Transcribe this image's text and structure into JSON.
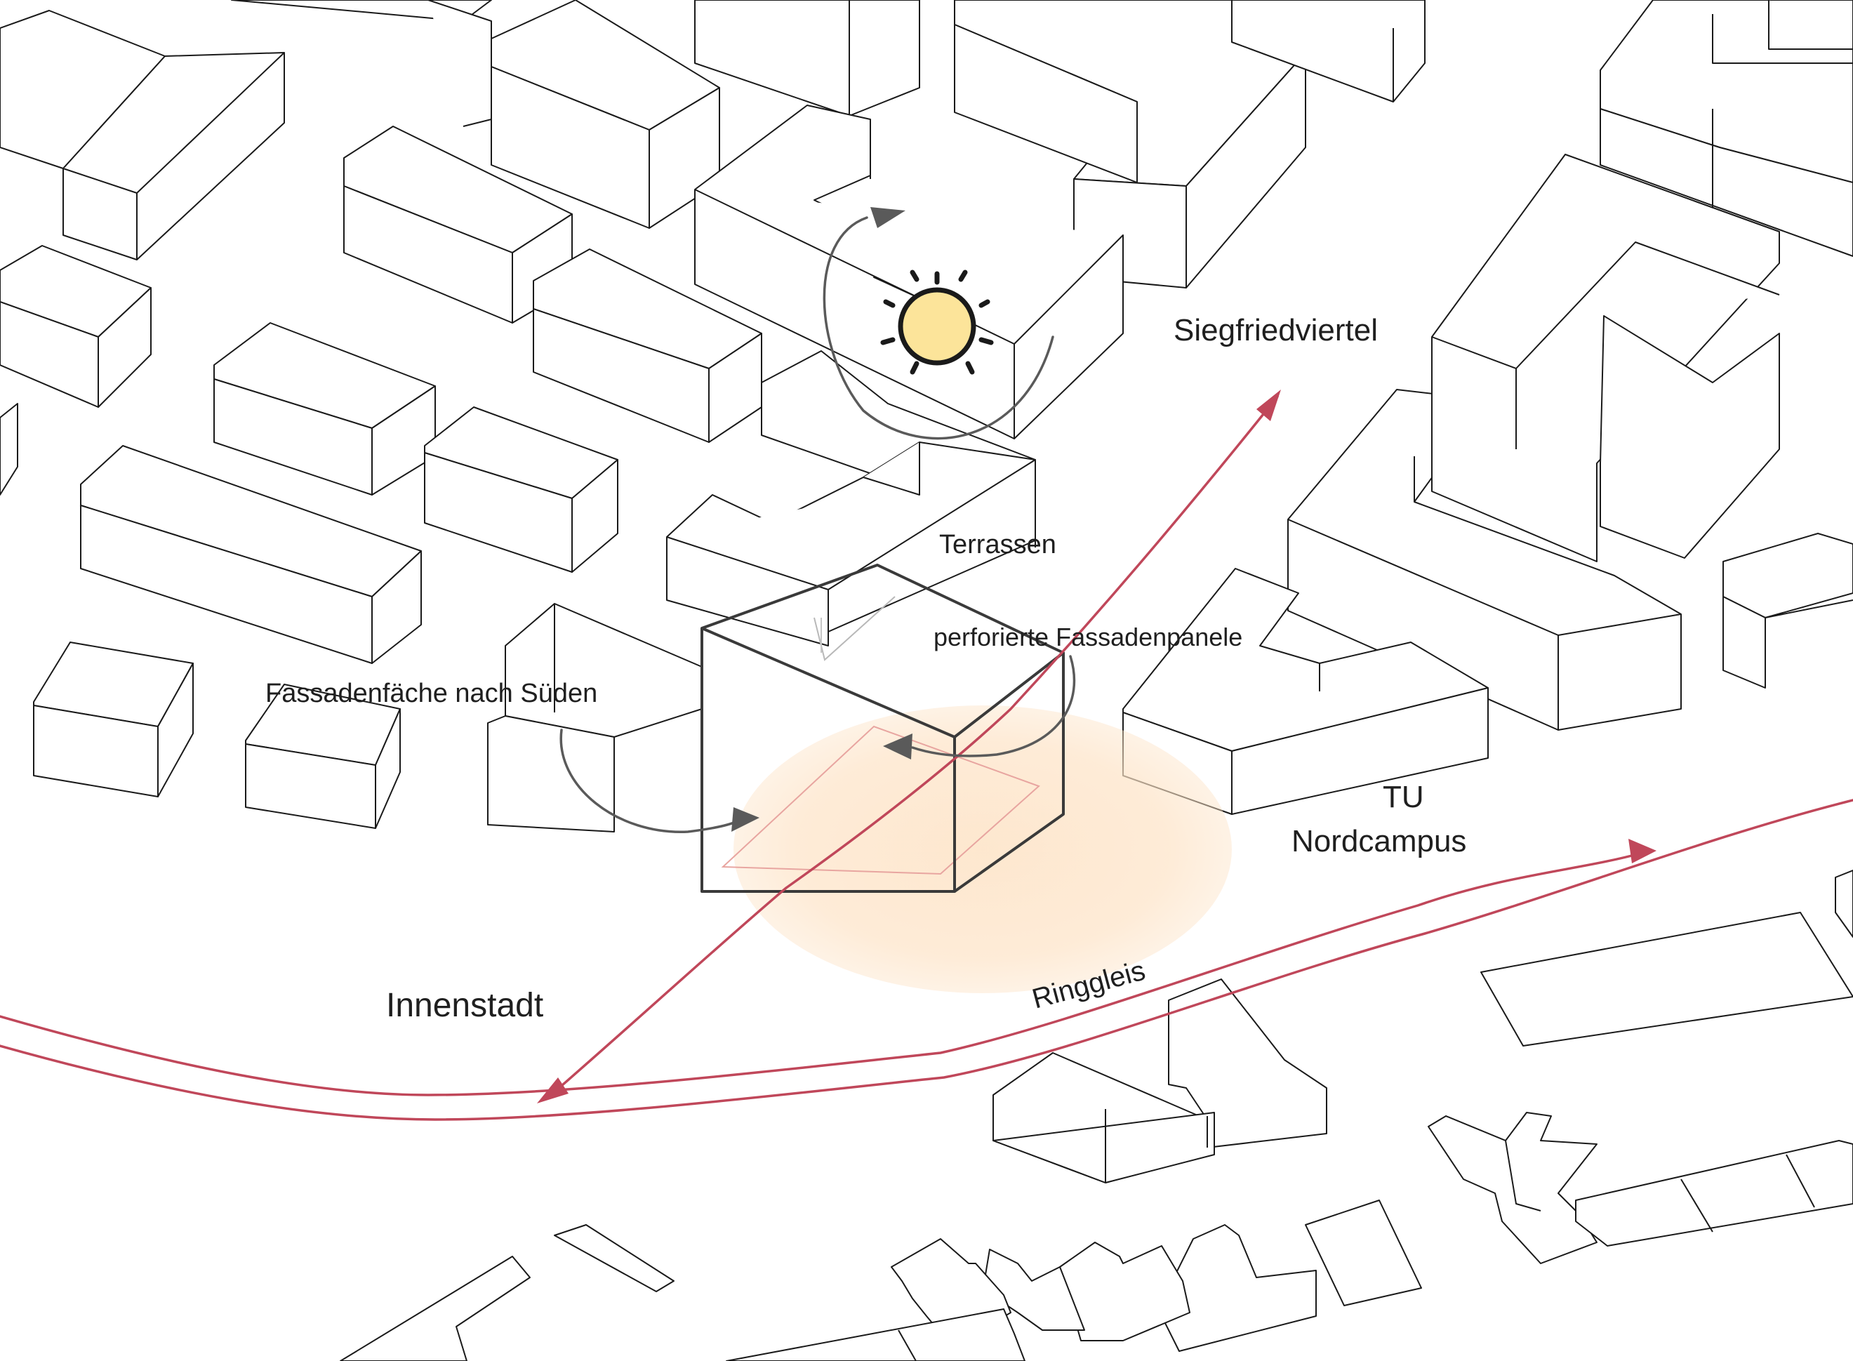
{
  "labels": {
    "siegfriedviertel": "Siegfriedviertel",
    "terrassen": "Terrassen",
    "perforierte": "perforierte Fassadenpanele",
    "fassadenflaeche": "Fassadenfäche nach Süden",
    "tu": "TU",
    "nordcampus": "Nordcampus",
    "innenstadt": "Innenstadt",
    "ringgleis": "Ringgleis"
  },
  "icons": {
    "sun": "sun-icon",
    "cycle_arrow": "circular-arrow-icon",
    "route_arrow": "arrowhead-icon"
  },
  "colors": {
    "route": "#c0475a",
    "cycle": "#5a5a5a",
    "sun_fill": "#fce49a",
    "glow": "#fde3c6",
    "outline": "#1a1a1a"
  }
}
